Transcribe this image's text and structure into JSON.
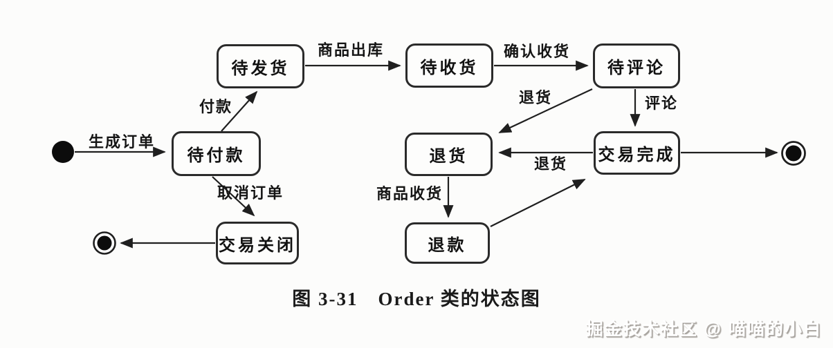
{
  "diagram": {
    "type": "uml-state-diagram",
    "states": {
      "pending_payment": "待付款",
      "pending_shipment": "待发货",
      "pending_receipt": "待收货",
      "pending_review": "待评论",
      "transaction_complete": "交易完成",
      "return_goods": "退货",
      "refund": "退款",
      "transaction_closed": "交易关闭"
    },
    "transitions": {
      "generate_order": "生成订单",
      "pay": "付款",
      "goods_out_of_warehouse": "商品出库",
      "confirm_receipt": "确认收货",
      "return_from_review": "退货",
      "review": "评论",
      "return_from_complete": "退货",
      "goods_received": "商品收货",
      "cancel_order": "取消订单"
    },
    "colors": {
      "line": "#1f1f1f",
      "box_border": "#2a2a2a",
      "box_fill": "#fdfdfc",
      "background": "#fcfcfb"
    }
  },
  "caption": "图 3-31　Order 类的状态图",
  "watermark": "掘金技术社区 @ 喵喵的小白"
}
